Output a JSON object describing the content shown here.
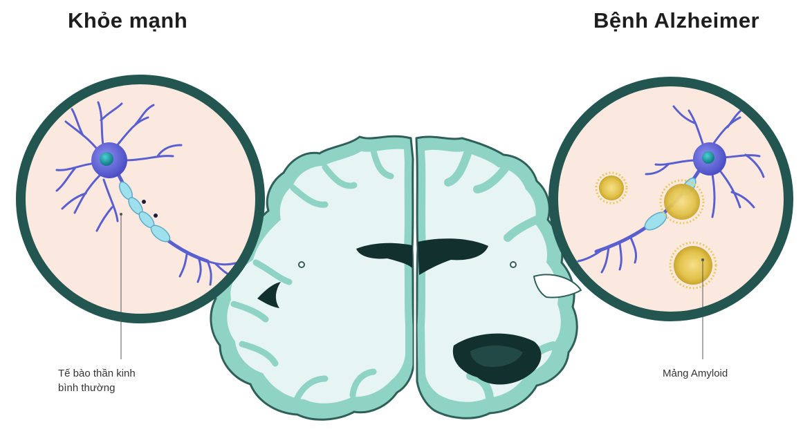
{
  "headings": {
    "healthy": "Khỏe mạnh",
    "disease": "Bệnh Alzheimer"
  },
  "callouts": {
    "healthy_neuron": [
      "Tế bào thần kinh",
      "bình thường"
    ],
    "amyloid": "Mảng Amyloid"
  },
  "colors": {
    "background": "#ffffff",
    "brain_tissue": "#e6f5f3",
    "brain_cortex": "#8fd3c5",
    "brain_outline": "#2f5f59",
    "ventricle": "#12302d",
    "magnifier_ring": "#235650",
    "magnifier_fill": "#fbe9df",
    "neuron": "#5a5fd0",
    "neuron_nucleus": "#1f8f99",
    "myelin": "#9fe0ef",
    "amyloid_plaque": "#e8c957"
  }
}
